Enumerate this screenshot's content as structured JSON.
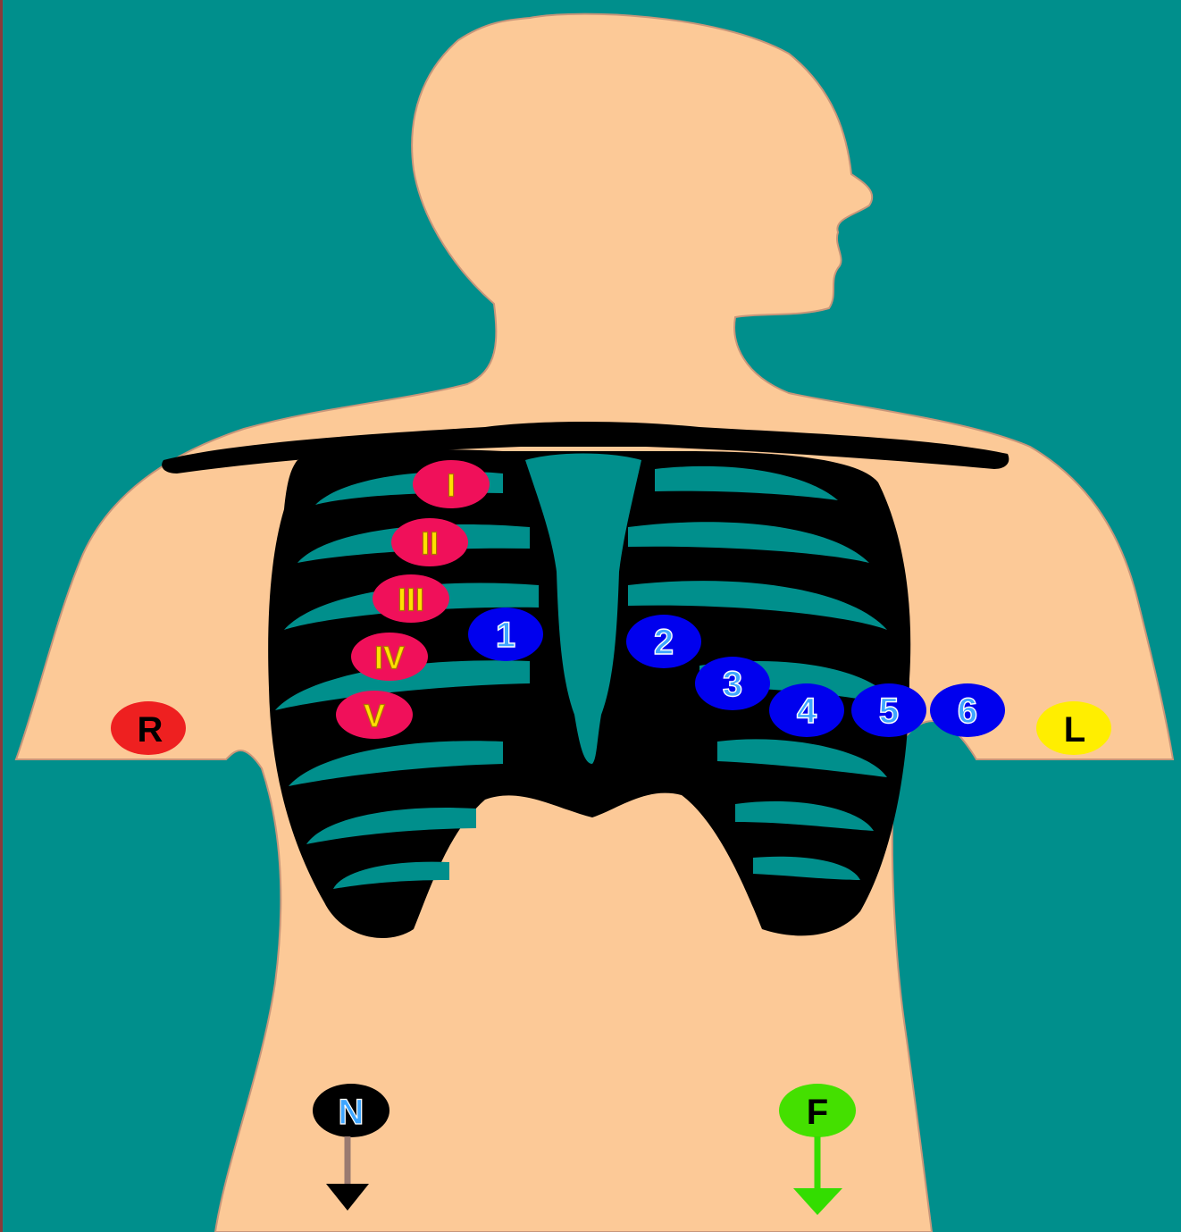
{
  "colors": {
    "background": "#008f8c",
    "skin": "#fcc997",
    "skin_outline": "#c8967a",
    "bone": "#000000",
    "rib_gap": "#008f8c",
    "intercostal_marker": "#f0105a",
    "chest_electrode": "#0000ee",
    "limb_R": "#ee2020",
    "limb_L": "#ffee00",
    "limb_N": "#000000",
    "limb_F": "#44e000",
    "arrow_N": "#9a7a70",
    "arrow_F": "#33dd00"
  },
  "intercostal_spaces": [
    {
      "id": "I",
      "label": "I"
    },
    {
      "id": "II",
      "label": "II"
    },
    {
      "id": "III",
      "label": "III"
    },
    {
      "id": "IV",
      "label": "IV"
    },
    {
      "id": "V",
      "label": "V"
    }
  ],
  "chest_electrodes": [
    {
      "id": "1",
      "label": "1"
    },
    {
      "id": "2",
      "label": "2"
    },
    {
      "id": "3",
      "label": "3"
    },
    {
      "id": "4",
      "label": "4"
    },
    {
      "id": "5",
      "label": "5"
    },
    {
      "id": "6",
      "label": "6"
    }
  ],
  "limb_electrodes": {
    "R": {
      "label": "R",
      "color": "#ee2020"
    },
    "L": {
      "label": "L",
      "color": "#ffee00"
    },
    "N": {
      "label": "N",
      "color": "#000000",
      "text_color": "#3fa6ff"
    },
    "F": {
      "label": "F",
      "color": "#44e000"
    }
  }
}
